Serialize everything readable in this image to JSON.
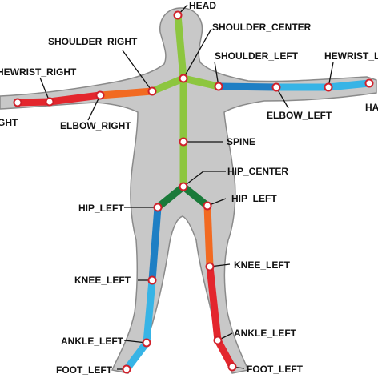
{
  "colors": {
    "silhouette_fill": "#c8c8c8",
    "silhouette_stroke": "#8a8a8a",
    "spine_green": "#8dc63f",
    "hip_dark_green": "#1a7a3a",
    "arm_right_red": "#e3262d",
    "arm_right_orange": "#f26a21",
    "arm_left_blue_dark": "#1f7fc4",
    "arm_left_blue_light": "#37b4e6",
    "joint_fill": "#ffffff",
    "joint_stroke": "#d0202a",
    "leader_line": "#111111"
  },
  "labels": {
    "head": "HEAD",
    "shoulder_center": "SHOULDER_CENTER",
    "shoulder_right": "SHOULDER_RIGHT",
    "shoulder_left": "SHOULDER_LEFT",
    "wrist_right": "HEWRIST_RIGHT",
    "wrist_left": "HEWRIST_LEFT",
    "hand_right": "GHT",
    "hand_left": "HA",
    "elbow_right": "ELBOW_RIGHT",
    "elbow_left": "ELBOW_LEFT",
    "spine": "SPINE",
    "hip_center": "HIP_CENTER",
    "hip_left_a": "HIP_LEFT",
    "hip_left_b": "HIP_LEFT",
    "knee_left_a": "KNEE_LEFT",
    "knee_left_b": "KNEE_LEFT",
    "ankle_left_a": "ANKLE_LEFT",
    "ankle_left_b": "ANKLE_LEFT",
    "foot_left_a": "FOOT_LEFT",
    "foot_left_b": "FOOT_LEFT"
  }
}
